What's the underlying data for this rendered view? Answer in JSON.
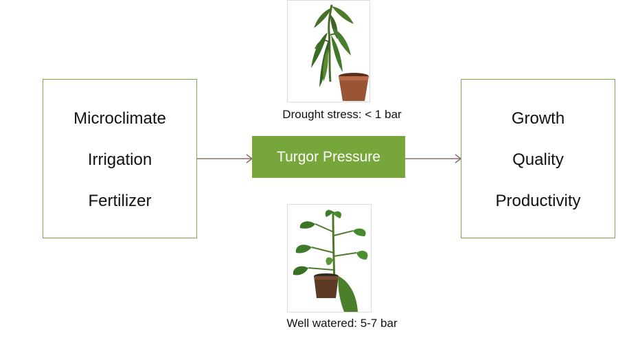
{
  "inputs": {
    "items": [
      "Microclimate",
      "Irrigation",
      "Fertilizer"
    ]
  },
  "center": {
    "label": "Turgor Pressure",
    "color": "#77a73a"
  },
  "outputs": {
    "items": [
      "Growth",
      "Quality",
      "Productivity"
    ]
  },
  "drought": {
    "caption": "Drought stress: < 1 bar",
    "image": "wilted-potted-plant"
  },
  "watered": {
    "caption": "Well watered: 5-7 bar",
    "image": "healthy-potted-plant"
  },
  "colors": {
    "box_border": "#7aa84a",
    "arrow": "#8c6f66"
  }
}
